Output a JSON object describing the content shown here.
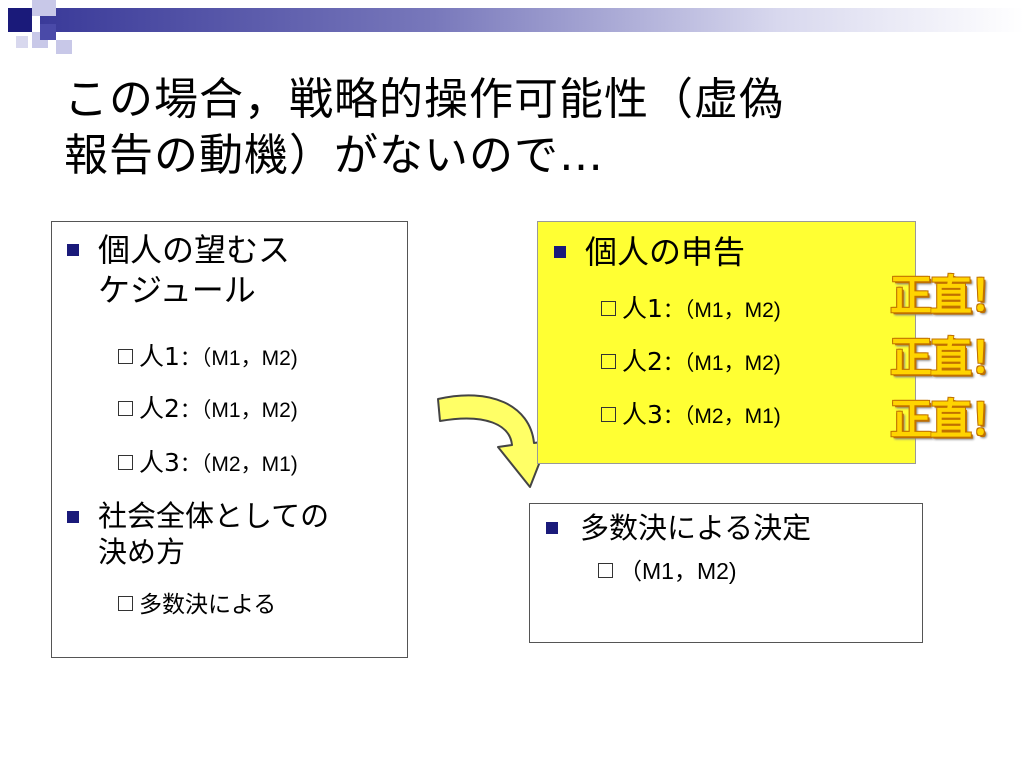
{
  "title": {
    "line1": "この場合，戦略的操作可能性（虚偽",
    "line2": "報告の動機）がないので…"
  },
  "left_box": {
    "heading": [
      "個人の望むス",
      "ケジュール"
    ],
    "items": [
      {
        "person": "人1",
        "pref": "：（M1，M2)"
      },
      {
        "person": "人2",
        "pref": "：（M1，M2)"
      },
      {
        "person": "人3",
        "pref": "：（M2，M1)"
      }
    ],
    "heading2": [
      "社会全体としての",
      "決め方"
    ],
    "rule": "多数決による"
  },
  "report_box": {
    "heading": "個人の申告",
    "items": [
      {
        "person": "人1",
        "pref": "：（M1，M2)"
      },
      {
        "person": "人2",
        "pref": "：（M1，M2)"
      },
      {
        "person": "人3",
        "pref": "：（M2，M1)"
      }
    ]
  },
  "honest_labels": [
    "正直！",
    "正直！",
    "正直！"
  ],
  "decision_box": {
    "heading": "多数決による決定",
    "result": "（M1，M2)"
  },
  "colors": {
    "bullet": "#1a1a7a",
    "highlight": "#ffff33",
    "honest": "#ffd400",
    "arrow": "#ffff66"
  }
}
